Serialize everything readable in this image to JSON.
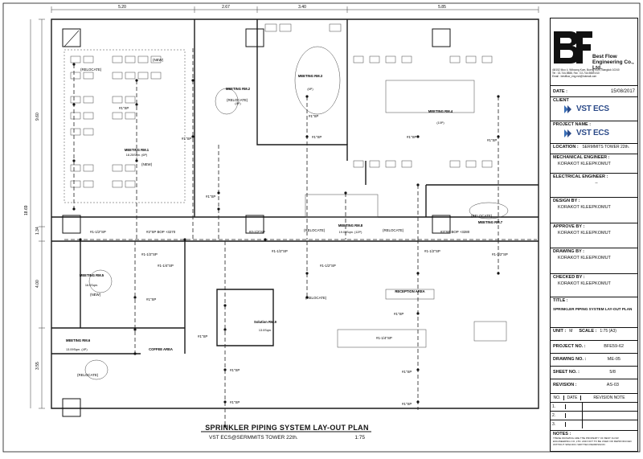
{
  "drawing": {
    "title": "SPRINKLER PIPING SYSTEM LAY-OUT PLAN",
    "subtitle": "VST ECS@SERMMITS TOWER 22th.",
    "scale_note": "1:75",
    "dimensions_top": [
      "5.20",
      "2.67",
      "3.40",
      "5.85"
    ],
    "dimensions_left": [
      "9.60",
      "1.34",
      "4.00",
      "3.55"
    ],
    "dimension_total": "18.69",
    "rooms": [
      {
        "name": "MEETING RM.1",
        "area": "18.25Sqm. (6P)"
      },
      {
        "name": "MEETING RM.2",
        "area": "(4P)"
      },
      {
        "name": "MEETING RM.3",
        "area": "(6P)"
      },
      {
        "name": "MEETING RM.4",
        "area": "(10P)"
      },
      {
        "name": "MEETING RM.5",
        "area": "16.0Sqm."
      },
      {
        "name": "MEETING RM.6",
        "area": "13.09Sqm. (4P)"
      },
      {
        "name": "MEETING RM.7",
        "area": ""
      },
      {
        "name": "MEETING RM.8",
        "area": "19.03Sqm. (12P)"
      },
      {
        "name": "Solution RM.9",
        "area": "13.0Sqm."
      },
      {
        "name": "COFFEE AREA",
        "area": ""
      },
      {
        "name": "RECEPTION AREA",
        "area": ""
      }
    ],
    "annotations": {
      "relocate": "(RELOCATE)",
      "new": "(NEW)",
      "sp1": "#1\"SP",
      "sp3": "#3\"SP BOP +3280",
      "sp2": "#2\"SP BOP +3270",
      "sp112": "#1-1/2\"SP",
      "sp114": "#1-1/4\"SP",
      "sp212": "#2-1/2\"SP"
    }
  },
  "title_block": {
    "company_name": "Best Flow Engineering Co., Ltd.",
    "company_address": "48/152 Moo 4, Wiboong Kum, Bueng Kum, Bangkok 10240",
    "company_phone": "Tel : 02-744-9888, Fax : 02-744-9889 #10",
    "company_email": "Email : bestflow_eng.rsb@hotmail.com",
    "date_label": "DATE :",
    "date_value": "15/08/2017",
    "client_label": "CLIENT",
    "client_value": "VST ECS",
    "project_name_label": "PROJECT NAME :",
    "project_name_value": "VST ECS",
    "location_label": "LOCATION :",
    "location_value": "SERMMITS TOWER 22th.",
    "mech_label": "MECHANICAL ENGINEER :",
    "mech_value": "KORAKOT  KLEEPKOMUT",
    "elec_label": "ELECTRICAL ENGINEER :",
    "elec_value": "–",
    "design_label": "DESIGN BY :",
    "design_value": "KORAKOT  KLEEPKOMUT",
    "approve_label": "APPROVE BY :",
    "approve_value": "KORAKOT  KLEEPKOMUT",
    "drawing_by_label": "DRAWING BY :",
    "drawing_by_value": "KORAKOT  KLEEPKOMUT",
    "checked_label": "CHECKED BY :",
    "checked_value": "KORAKOT  KLEEPKOMUT",
    "title_label": "TITLE :",
    "title_value": "SPRINKLER PIPING SYSTEM LAY-OUT PLAN",
    "unit_label": "UNIT :",
    "unit_value": "M",
    "scale_label": "SCALE :",
    "scale_value": "1:75 (A3)",
    "project_no_label": "PROJECT NO. :",
    "project_no_value": "BFE59-62",
    "drawing_no_label": "DRAWING NO. :",
    "drawing_no_value": "ME-05",
    "sheet_label": "SHEET NO. :",
    "sheet_value": "5/8",
    "revision_label": "REVISION :",
    "revision_value": "AS-03",
    "rev_headers": [
      "NO.",
      "DATE",
      "REVISION NOTE"
    ],
    "rev_rows": [
      "1.",
      "2.",
      "3."
    ],
    "notes_label": "NOTES :",
    "notes_text": "THESE DRAWING ARE THE PROPERTY OF BEST FLOW ENGINEERING CO.,LTD. AND NOT TO BE USED OR REPRODUCED WITHOUT SPECIFIC WRITTEN PERMISSION"
  },
  "colors": {
    "line": "#1a1a1a",
    "pipe": "#222222",
    "brand": "#2b4a88"
  }
}
